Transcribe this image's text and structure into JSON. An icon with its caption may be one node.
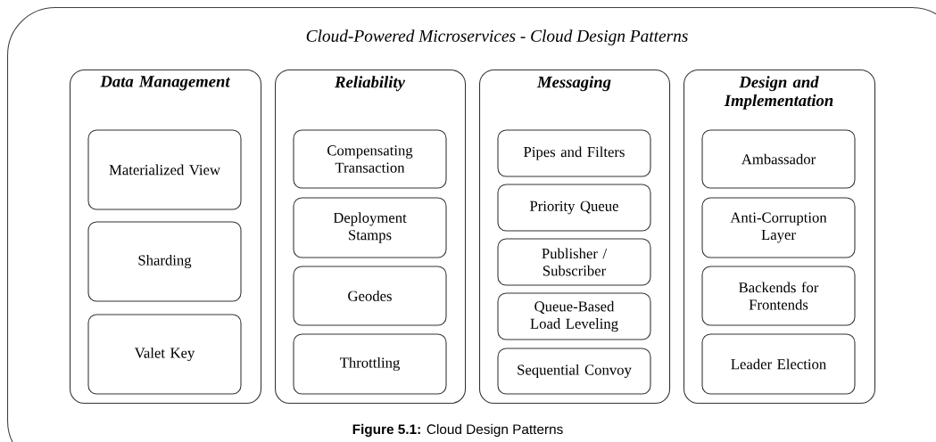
{
  "diagram": {
    "caption": "**Figure 5.1:** Cloud Design Patterns",
    "nodes": [
      {
        "text": [
          "Cloud-Powered Microservices - Cloud Design Patterns"
        ]
      },
      {
        "text": [
          "Data Management"
        ],
        "in": 0
      },
      {
        "text": [
          "Materialized View"
        ],
        "in": 1
      },
      {
        "text": [
          "Sharding"
        ],
        "in": 1
      },
      {
        "text": [
          "Valet Key"
        ],
        "in": 1
      },
      {
        "text": [
          "Reliability"
        ],
        "in": 0
      },
      {
        "text": [
          "Compensating Transaction"
        ],
        "in": 5
      },
      {
        "text": [
          "Deployment Stamps"
        ],
        "in": 5
      },
      {
        "text": [
          "Geodes"
        ],
        "in": 5
      },
      {
        "text": [
          "Throttling"
        ],
        "in": 5
      },
      {
        "text": [
          "Messaging"
        ],
        "in": 0
      },
      {
        "text": [
          "Pipes and Filters"
        ],
        "in": 10
      },
      {
        "text": [
          "Priority Queue"
        ],
        "in": 10
      },
      {
        "text": [
          "Publisher / Subscriber"
        ],
        "in": 10
      },
      {
        "text": [
          "Queue-Based Load Leveling"
        ],
        "in": 10
      },
      {
        "text": [
          "Sequential Convoy"
        ],
        "in": 10
      },
      {
        "text": [
          "Design and Implementation"
        ],
        "in": 0
      },
      {
        "text": [
          "Ambassador"
        ],
        "in": 16
      },
      {
        "text": [
          "Anti-Corruption Layer"
        ],
        "in": 16
      },
      {
        "text": [
          "Backends for Frontends"
        ],
        "in": 16
      },
      {
        "text": [
          "Leader Election"
        ],
        "in": 16
      }
    ]
  }
}
